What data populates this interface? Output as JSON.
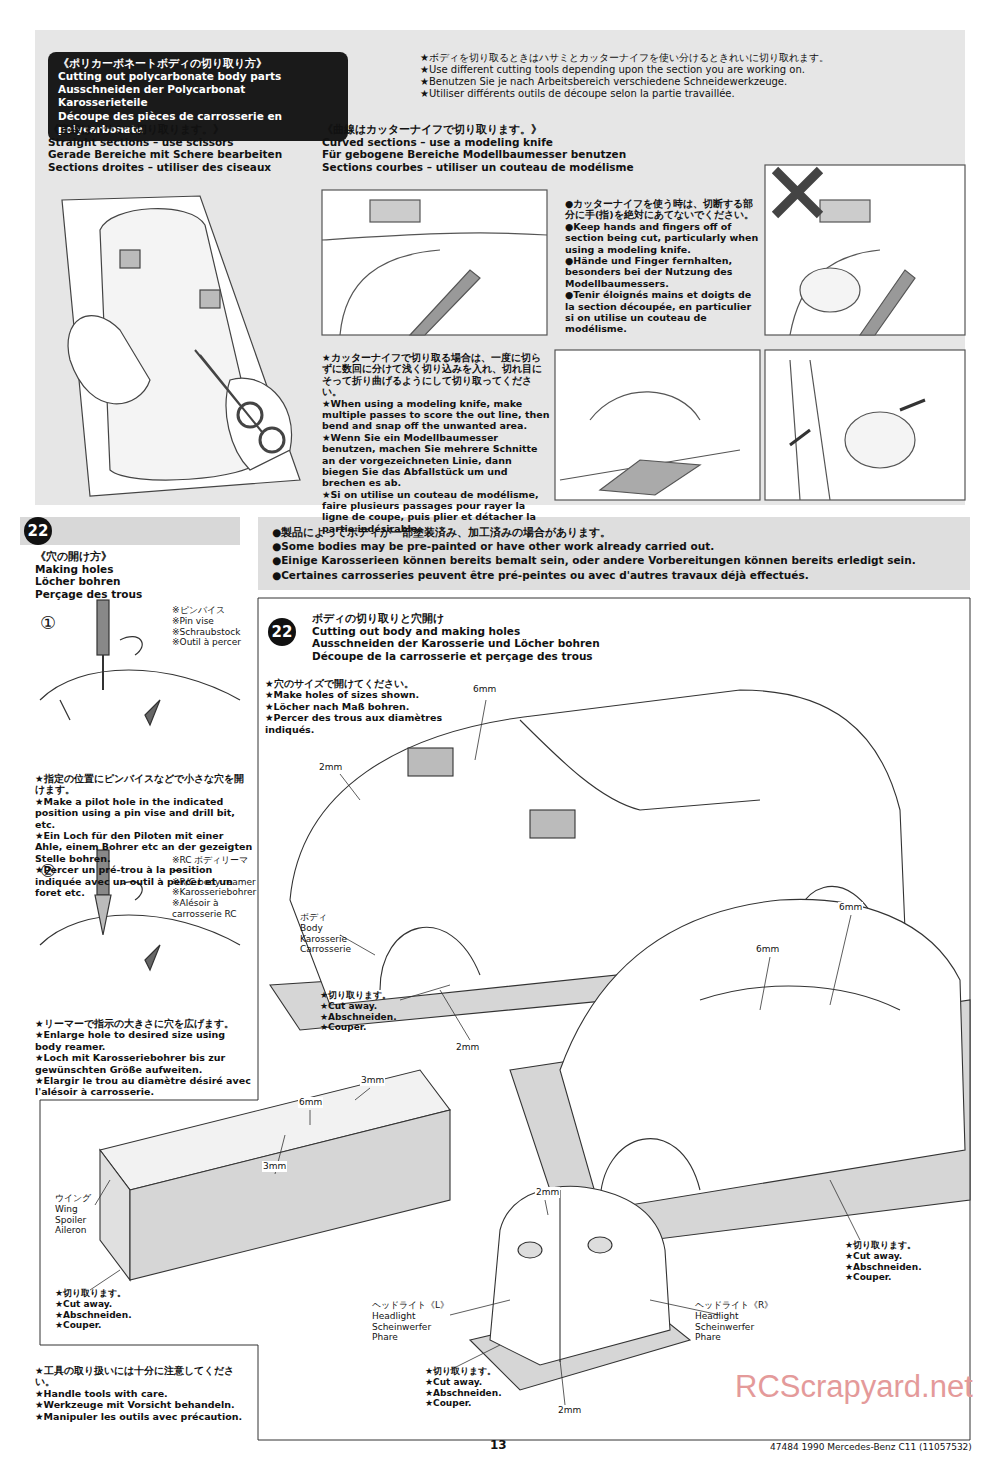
{
  "diagram": {
    "nodes": [
      {
        "text": [
          "《ポリカーボネートボディの切り取り方》",
          "Cutting out polycarbonate body parts",
          "Ausschneiden der Polycarbonat Karosserieteile",
          "Découpe des pièces de carrosserie en polycarbonate"
        ]
      },
      {
        "text": [
          "●製品によってボディが一部塗装済み、加工済みの場合があります。",
          "●Some bodies may be pre-painted or have other work already carried out.",
          "●Einige Karosserieen können bereits bemalt sein, oder andere Vorbereitungen können bereits erledigt sein.",
          "●Certaines carrosseries peuvent être pré-peintes ou avec d'autres travaux déjà effectués."
        ]
      }
    ],
    "labels": [
      "★ボディを切り取るときはハサミとカッターナイフを使い分けるときれいに切り取れます。",
      "★Use different cutting tools depending upon the section you are working on.",
      "★Benutzen Sie je nach Arbeitsbereich verschiedene Schneidewerkzeuge.",
      "★Utiliser différents outils de découpe selon la partie travaillée.",
      "《直線はハサミで切り取ります。》",
      "Straight sections – use scissors",
      "Gerade Bereiche mit Schere bearbeiten",
      "Sections droites – utiliser des ciseaux",
      "《曲線はカッターナイフで切り取ります。》",
      "Curved sections – use a modeling knife",
      "Für gebogene Bereiche Modellbaumesser benutzen",
      "Sections courbes – utiliser un couteau de modélisme",
      "●カッターナイフを使う時は、切断する部分に手(指)を絶対にあてないでください。",
      "●Keep hands and fingers off of section being cut, particularly when using a modeling knife.",
      "●Hände und Finger fernhalten, besonders bei der Nutzung des Modellbaumessers.",
      "●Tenir éloignés mains et doigts de la section découpée, en particulier si on utilise un couteau de modélisme.",
      "★カッターナイフで切り取る場合は、一度に切らずに数回に分けて浅く切り込みを入れ、切れ目にそって折り曲げるようにして切り取ってください。",
      "★When using a modeling knife, make multiple passes to score the out line, then bend and snap off the unwanted area.",
      "★Wenn Sie ein Modellbaumesser benutzen, machen Sie mehrere Schnitte an der vorgezeichneten Linie, dann biegen Sie das Abfallstück um und brechen es ab.",
      "★Si on utilise un couteau de modélisme, faire plusieurs passages pour rayer la ligne de coupe, puis plier et détacher la partie indésirable.",
      "22",
      "《穴の開け方》",
      "Making holes",
      "Löcher bohren",
      "Perçage des trous",
      "①",
      "※ピンバイス",
      "※Pin vise",
      "※Schraubstock",
      "※Outil à percer",
      "★指定の位置にピンバイスなどで小さな穴を開けます。",
      "★Make a pilot hole in the indicated position using a pin vise and drill bit, etc.",
      "★Ein Loch für den Piloten mit einer Ahle, einem Bohrer etc an der gezeigten Stelle bohren.",
      "★Percer un pré-trou à la position indiquée avec un outil à percer et un foret etc.",
      "②",
      "※RC ボディリーマー",
      "※R/C body reamer",
      "※Karosseriebohrer",
      "※Alésoir à carrosserie RC",
      "★リーマーで指示の大きさに穴を広げます。",
      "★Enlarge hole to desired size using body reamer.",
      "★Loch mit Karosseriebohrer bis zur gewünschten Größe aufweiten.",
      "★Elargir le trou au diamètre désiré avec l'alésoir à carrosserie.",
      "★工具の取り扱いには十分に注意してください。",
      "★Handle tools with care.",
      "★Werkzeuge mit Vorsicht behandeln.",
      "★Manipuler les outils avec précaution.",
      "22",
      "ボディの切り取りと穴開け",
      "Cutting out body and making holes",
      "Ausschneiden der Karosserie und Löcher bohren",
      "Découpe de la carrosserie et perçage des trous",
      "★穴のサイズで開けてください。",
      "★Make holes of sizes shown.",
      "★Löcher nach Maß bohren.",
      "★Percer des trous aux diamètres indiqués.",
      "6mm",
      "2mm",
      "ボディ",
      "Body",
      "Karosserie",
      "Carrosserie",
      "★切り取ります。",
      "★Cut away.",
      "★Abschneiden.",
      "★Couper.",
      "2mm",
      "6mm",
      "6mm",
      "★切り取ります。",
      "★Cut away.",
      "★Abschneiden.",
      "★Couper.",
      "3mm",
      "6mm",
      "3mm",
      "ウイング",
      "Wing",
      "Spoiler",
      "Aileron",
      "★切り取ります。",
      "★Cut away.",
      "★Abschneiden.",
      "★Couper.",
      "2mm",
      "ヘッドライト《L》",
      "Headlight",
      "Scheinwerfer",
      "Phare",
      "ヘッドライト《R》",
      "Headlight",
      "Scheinwerfer",
      "Phare",
      "★切り取ります。",
      "★Cut away.",
      "★Abschneiden.",
      "★Couper.",
      "2mm",
      "RCScrapyard.net",
      "13",
      "47484 1990 Mercedes-Benz C11 (11057532)"
    ]
  }
}
